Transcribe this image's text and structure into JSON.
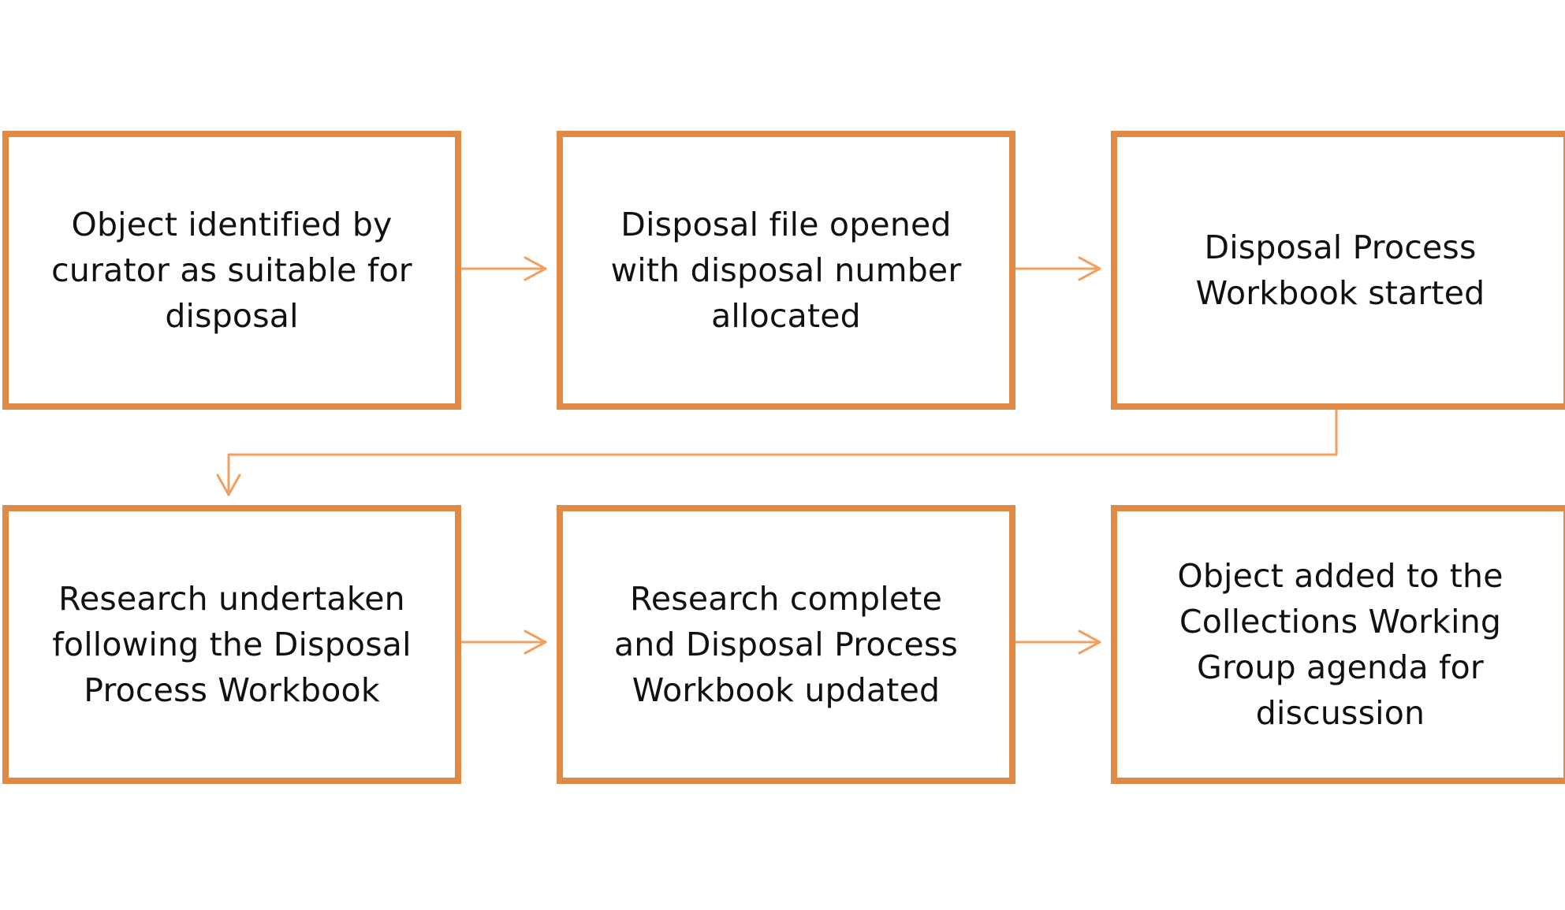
{
  "diagram": {
    "accent_color": "#E08A45",
    "arrow_color": "#F0A061",
    "steps": [
      {
        "label": "Object identified by curator as suitable for disposal"
      },
      {
        "label": "Disposal file opened with disposal number allocated"
      },
      {
        "label": "Disposal Process Workbook started"
      },
      {
        "label": "Research undertaken following the Disposal Process Workbook"
      },
      {
        "label": "Research complete and Disposal Process Workbook updated"
      },
      {
        "label": "Object added to the Collections Working Group agenda for discussion"
      }
    ],
    "connections": [
      {
        "from": 1,
        "to": 2
      },
      {
        "from": 2,
        "to": 3
      },
      {
        "from": 3,
        "to": 4
      },
      {
        "from": 4,
        "to": 5
      },
      {
        "from": 5,
        "to": 6
      }
    ]
  }
}
